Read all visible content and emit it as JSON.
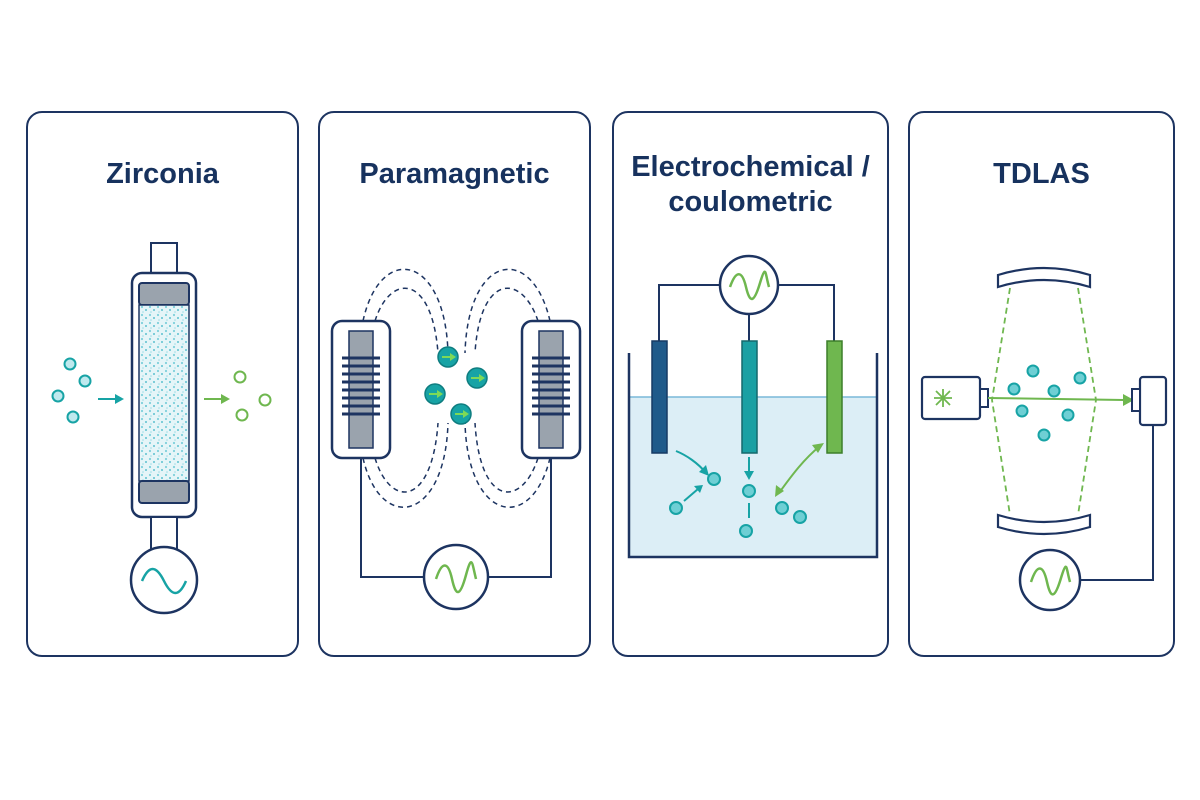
{
  "panels": [
    {
      "title": "Zirconia"
    },
    {
      "title": "Paramagnetic"
    },
    {
      "title_lines": [
        "Electrochemical /",
        "coulometric"
      ]
    },
    {
      "title": "TDLAS"
    }
  ],
  "colors": {
    "outline": "#1d3461",
    "teal": "#17a3a5",
    "green": "#6fb74f",
    "navy": "#1f4f7c",
    "liquid": "#dceef6"
  },
  "icons": [
    "sensor-tube",
    "signal-meter",
    "electromagnet-coil",
    "oxygen-molecule",
    "electrode",
    "laser-source",
    "detector",
    "concave-mirror"
  ]
}
